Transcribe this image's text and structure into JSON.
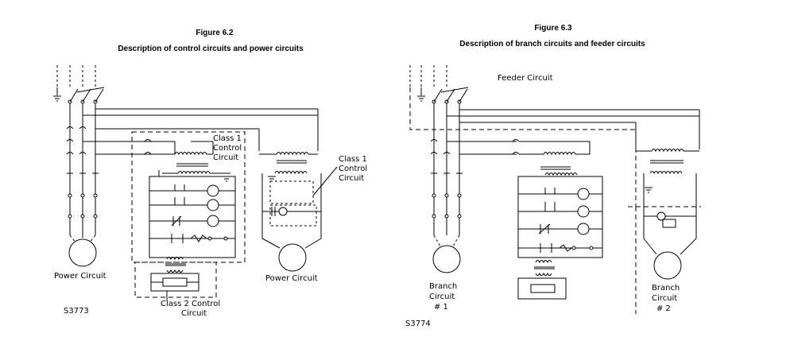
{
  "figure_left": {
    "number": "Figure 6.2",
    "caption": "Description of control circuits and power circuits",
    "labels": {
      "class1_control": [
        "Class 1",
        "Control",
        "Circuit"
      ],
      "class1_control_right": [
        "Class 1",
        "Control",
        "Circuit"
      ],
      "power_circuit_left": "Power Circuit",
      "power_circuit_right": "Power Circuit",
      "class2_control": [
        "Class 2 Control",
        "Circuit"
      ],
      "drawing_id": "S3773"
    }
  },
  "figure_right": {
    "number": "Figure 6.3",
    "caption": "Description of branch circuits and feeder circuits",
    "labels": {
      "feeder_circuit": "Feeder Circuit",
      "branch_circuit_1": [
        "Branch",
        "Circuit",
        "# 1"
      ],
      "branch_circuit_2": [
        "Branch",
        "Circuit",
        "# 2"
      ],
      "drawing_id": "S3774"
    }
  }
}
